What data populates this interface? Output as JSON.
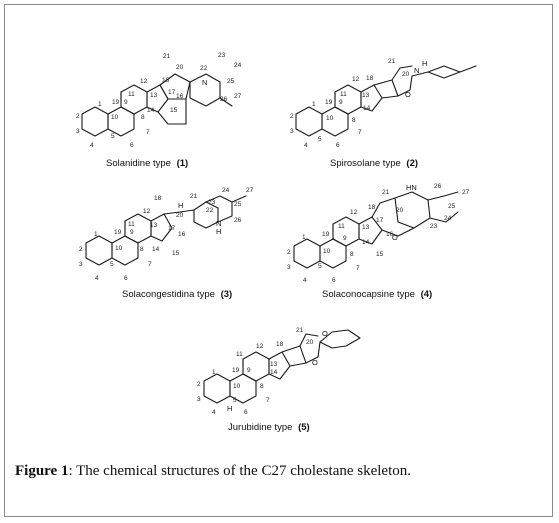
{
  "caption": {
    "label": "Figure 1",
    "text": ": The chemical structures of the C27 cholestane skeleton."
  },
  "structures": [
    {
      "name": "Solanidine type",
      "number": "(1)",
      "atoms": [
        "N"
      ],
      "locants": [
        "1",
        "2",
        "3",
        "4",
        "5",
        "6",
        "7",
        "8",
        "9",
        "10",
        "11",
        "12",
        "13",
        "14",
        "15",
        "16",
        "17",
        "18",
        "19",
        "20",
        "21",
        "22",
        "23",
        "24",
        "25",
        "26",
        "27"
      ]
    },
    {
      "name": "Spirosolane type",
      "number": "(2)",
      "atoms": [
        "H",
        "N",
        "O"
      ],
      "locants": [
        "1",
        "2",
        "3",
        "4",
        "5",
        "6",
        "7",
        "8",
        "9",
        "10",
        "11",
        "12",
        "13",
        "14",
        "18",
        "19",
        "20",
        "21"
      ]
    },
    {
      "name": "Solacongestidina type",
      "number": "(3)",
      "atoms": [
        "H",
        "N",
        "H"
      ],
      "locants": [
        "1",
        "2",
        "3",
        "4",
        "5",
        "6",
        "7",
        "8",
        "9",
        "10",
        "11",
        "12",
        "13",
        "14",
        "15",
        "16",
        "17",
        "18",
        "19",
        "20",
        "21",
        "22",
        "23",
        "24",
        "25",
        "26",
        "27"
      ]
    },
    {
      "name": "Solaconocapsine type",
      "number": "(4)",
      "atoms": [
        "HN",
        "O"
      ],
      "locants": [
        "1",
        "2",
        "3",
        "4",
        "5",
        "6",
        "7",
        "8",
        "9",
        "10",
        "11",
        "12",
        "13",
        "14",
        "15",
        "16",
        "17",
        "18",
        "19",
        "20",
        "21",
        "23",
        "24",
        "25",
        "26",
        "27"
      ]
    },
    {
      "name": "Jurubidine type",
      "number": "(5)",
      "atoms": [
        "O",
        "O",
        "H"
      ],
      "locants": [
        "1",
        "2",
        "3",
        "4",
        "5",
        "6",
        "7",
        "8",
        "9",
        "10",
        "11",
        "12",
        "13",
        "14",
        "18",
        "19",
        "20",
        "21"
      ]
    }
  ]
}
